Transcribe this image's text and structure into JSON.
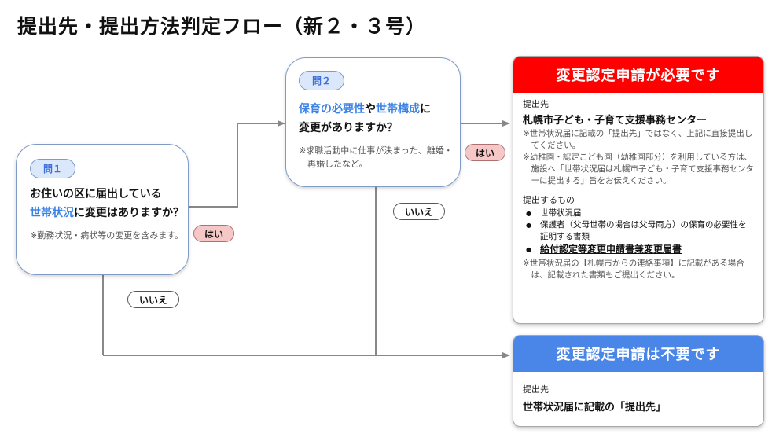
{
  "title": "提出先・提出方法判定フロー（新２・３号）",
  "colors": {
    "required_header": "#ff0000",
    "not_required_header": "#4a86e8",
    "accent_blue": "#3b82e6"
  },
  "q1": {
    "tag": "問１",
    "text_a": "お住いの区に届出している",
    "text_b_highlight": "世帯状況",
    "text_b": "に変更はありますか？",
    "note": "※勤務状況・病状等の変更を含みます。"
  },
  "q2": {
    "tag": "問２",
    "h1": "保育の必要性",
    "mid": "や",
    "h2": "世帯構成",
    "tail": "に",
    "line2": "変更がありますか？",
    "note": "※求職活動中に仕事が決まった、離婚・再婚したなど。"
  },
  "labels": {
    "yes": "はい",
    "no": "いいえ"
  },
  "result_required": {
    "header": "変更認定申請が必要です",
    "dest_label": "提出先",
    "dest": "札幌市子ども・子育て支援事務センター",
    "note1": "※世帯状況届に記載の「提出先」ではなく、上記に直接提出してください。",
    "note2": "※幼稚園・認定こども園（幼稚園部分）を利用している方は、施設へ「世帯状況届は札幌市子ども・子育て支援事務センターに提出する」旨をお伝えください。",
    "items_label": "提出するもの",
    "items": [
      "世帯状況届",
      "保護者（父母世帯の場合は父母両方）の保育の必要性を証明する書類",
      "給付認定等変更申請書兼変更届書"
    ],
    "note3": "※世帯状況届の【札幌市からの連絡事項】に記載がある場合は、記載された書類もご提出ください。"
  },
  "result_not_required": {
    "header": "変更認定申請は不要です",
    "dest_label": "提出先",
    "dest": "世帯状況届に記載の「提出先」"
  }
}
